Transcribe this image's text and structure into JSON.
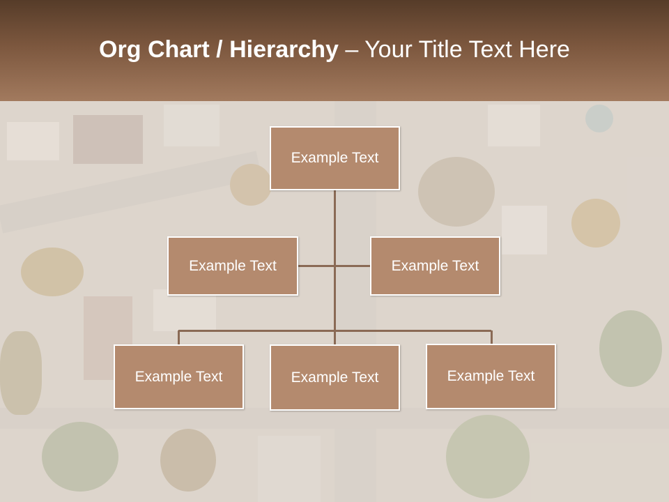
{
  "slide": {
    "title_bold": "Org Chart / Hierarchy",
    "title_rest": " – Your Title Text Here"
  },
  "org_chart": {
    "root": {
      "label": "Example Text"
    },
    "assistants": [
      {
        "label": "Example Text"
      },
      {
        "label": "Example Text"
      }
    ],
    "children": [
      {
        "label": "Example Text"
      },
      {
        "label": "Example Text"
      },
      {
        "label": "Example Text"
      }
    ]
  },
  "colors": {
    "header": "#7c573e",
    "node_fill": "#b48a6e",
    "node_border": "#ffffff",
    "connector": "#8a6a55"
  }
}
